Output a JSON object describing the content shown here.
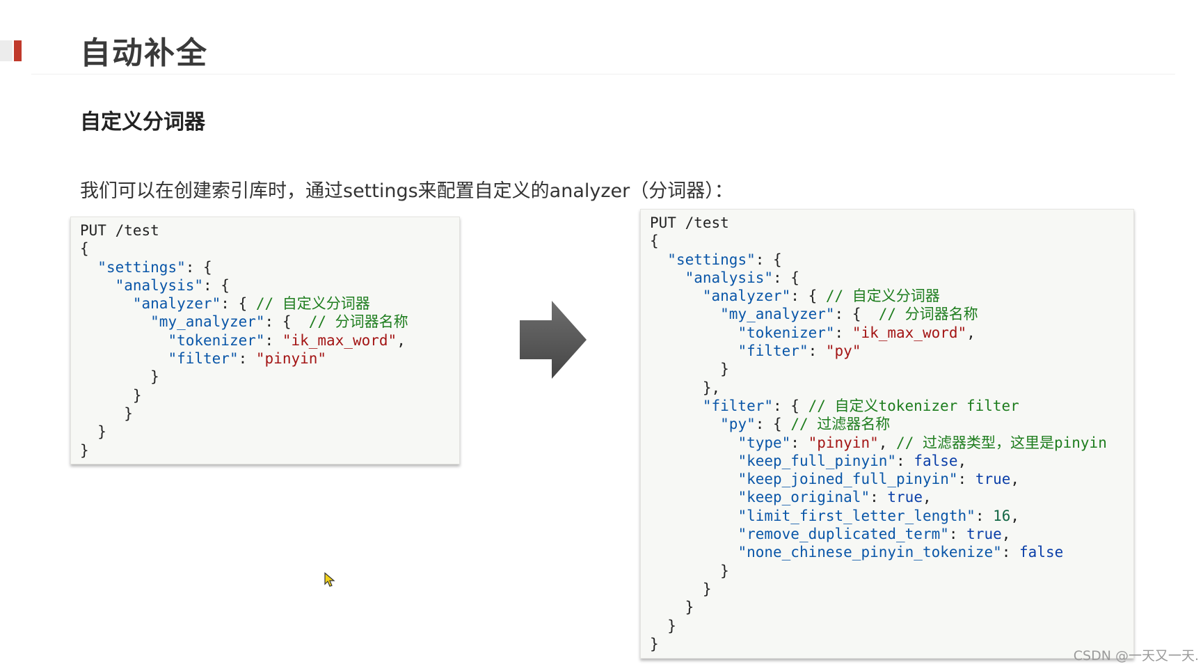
{
  "slide": {
    "title": "自动补全",
    "subtitle": "自定义分词器",
    "intro": "我们可以在创建索引库时，通过settings来配置自定义的analyzer（分词器）："
  },
  "left_code": {
    "lines": [
      [
        {
          "t": "PUT /test",
          "c": "p"
        }
      ],
      [
        {
          "t": "{",
          "c": "p"
        }
      ],
      [
        {
          "t": "  ",
          "c": "p"
        },
        {
          "t": "\"settings\"",
          "c": "k"
        },
        {
          "t": ": {",
          "c": "p"
        }
      ],
      [
        {
          "t": "    ",
          "c": "p"
        },
        {
          "t": "\"analysis\"",
          "c": "k"
        },
        {
          "t": ": {",
          "c": "p"
        }
      ],
      [
        {
          "t": "      ",
          "c": "p"
        },
        {
          "t": "\"analyzer\"",
          "c": "k"
        },
        {
          "t": ": { ",
          "c": "p"
        },
        {
          "t": "// 自定义分词器",
          "c": "c"
        }
      ],
      [
        {
          "t": "        ",
          "c": "p"
        },
        {
          "t": "\"my_analyzer\"",
          "c": "k"
        },
        {
          "t": ": {  ",
          "c": "p"
        },
        {
          "t": "// 分词器名称",
          "c": "c"
        }
      ],
      [
        {
          "t": "          ",
          "c": "p"
        },
        {
          "t": "\"tokenizer\"",
          "c": "k"
        },
        {
          "t": ": ",
          "c": "p"
        },
        {
          "t": "\"ik_max_word\"",
          "c": "s"
        },
        {
          "t": ",",
          "c": "p"
        }
      ],
      [
        {
          "t": "          ",
          "c": "p"
        },
        {
          "t": "\"filter\"",
          "c": "k"
        },
        {
          "t": ": ",
          "c": "p"
        },
        {
          "t": "\"pinyin\"",
          "c": "s"
        }
      ],
      [
        {
          "t": "        }",
          "c": "p"
        }
      ],
      [
        {
          "t": "      }",
          "c": "p"
        }
      ],
      [
        {
          "t": "     }",
          "c": "p"
        }
      ],
      [
        {
          "t": "  }",
          "c": "p"
        }
      ],
      [
        {
          "t": "}",
          "c": "p"
        }
      ]
    ]
  },
  "right_code": {
    "lines": [
      [
        {
          "t": "PUT /test",
          "c": "p"
        }
      ],
      [
        {
          "t": "{",
          "c": "p"
        }
      ],
      [
        {
          "t": "  ",
          "c": "p"
        },
        {
          "t": "\"settings\"",
          "c": "k"
        },
        {
          "t": ": {",
          "c": "p"
        }
      ],
      [
        {
          "t": "    ",
          "c": "p"
        },
        {
          "t": "\"analysis\"",
          "c": "k"
        },
        {
          "t": ": {",
          "c": "p"
        }
      ],
      [
        {
          "t": "      ",
          "c": "p"
        },
        {
          "t": "\"analyzer\"",
          "c": "k"
        },
        {
          "t": ": { ",
          "c": "p"
        },
        {
          "t": "// 自定义分词器",
          "c": "c"
        }
      ],
      [
        {
          "t": "        ",
          "c": "p"
        },
        {
          "t": "\"my_analyzer\"",
          "c": "k"
        },
        {
          "t": ": {  ",
          "c": "p"
        },
        {
          "t": "// 分词器名称",
          "c": "c"
        }
      ],
      [
        {
          "t": "          ",
          "c": "p"
        },
        {
          "t": "\"tokenizer\"",
          "c": "k"
        },
        {
          "t": ": ",
          "c": "p"
        },
        {
          "t": "\"ik_max_word\"",
          "c": "s"
        },
        {
          "t": ",",
          "c": "p"
        }
      ],
      [
        {
          "t": "          ",
          "c": "p"
        },
        {
          "t": "\"filter\"",
          "c": "k"
        },
        {
          "t": ": ",
          "c": "p"
        },
        {
          "t": "\"py\"",
          "c": "s"
        }
      ],
      [
        {
          "t": "        }",
          "c": "p"
        }
      ],
      [
        {
          "t": "      },",
          "c": "p"
        }
      ],
      [
        {
          "t": "      ",
          "c": "p"
        },
        {
          "t": "\"filter\"",
          "c": "k"
        },
        {
          "t": ": { ",
          "c": "p"
        },
        {
          "t": "// 自定义tokenizer filter",
          "c": "c"
        }
      ],
      [
        {
          "t": "        ",
          "c": "p"
        },
        {
          "t": "\"py\"",
          "c": "k"
        },
        {
          "t": ": { ",
          "c": "p"
        },
        {
          "t": "// 过滤器名称",
          "c": "c"
        }
      ],
      [
        {
          "t": "          ",
          "c": "p"
        },
        {
          "t": "\"type\"",
          "c": "k"
        },
        {
          "t": ": ",
          "c": "p"
        },
        {
          "t": "\"pinyin\"",
          "c": "s"
        },
        {
          "t": ", ",
          "c": "p"
        },
        {
          "t": "// 过滤器类型，这里是pinyin",
          "c": "c"
        }
      ],
      [
        {
          "t": "          ",
          "c": "p"
        },
        {
          "t": "\"keep_full_pinyin\"",
          "c": "k"
        },
        {
          "t": ": ",
          "c": "p"
        },
        {
          "t": "false",
          "c": "kw"
        },
        {
          "t": ",",
          "c": "p"
        }
      ],
      [
        {
          "t": "          ",
          "c": "p"
        },
        {
          "t": "\"keep_joined_full_pinyin\"",
          "c": "k"
        },
        {
          "t": ": ",
          "c": "p"
        },
        {
          "t": "true",
          "c": "kw"
        },
        {
          "t": ",",
          "c": "p"
        }
      ],
      [
        {
          "t": "          ",
          "c": "p"
        },
        {
          "t": "\"keep_original\"",
          "c": "k"
        },
        {
          "t": ": ",
          "c": "p"
        },
        {
          "t": "true",
          "c": "kw"
        },
        {
          "t": ",",
          "c": "p"
        }
      ],
      [
        {
          "t": "          ",
          "c": "p"
        },
        {
          "t": "\"limit_first_letter_length\"",
          "c": "k"
        },
        {
          "t": ": ",
          "c": "p"
        },
        {
          "t": "16",
          "c": "n"
        },
        {
          "t": ",",
          "c": "p"
        }
      ],
      [
        {
          "t": "          ",
          "c": "p"
        },
        {
          "t": "\"remove_duplicated_term\"",
          "c": "k"
        },
        {
          "t": ": ",
          "c": "p"
        },
        {
          "t": "true",
          "c": "kw"
        },
        {
          "t": ",",
          "c": "p"
        }
      ],
      [
        {
          "t": "          ",
          "c": "p"
        },
        {
          "t": "\"none_chinese_pinyin_tokenize\"",
          "c": "k"
        },
        {
          "t": ": ",
          "c": "p"
        },
        {
          "t": "false",
          "c": "kw"
        }
      ],
      [
        {
          "t": "        }",
          "c": "p"
        }
      ],
      [
        {
          "t": "      }",
          "c": "p"
        }
      ],
      [
        {
          "t": "    }",
          "c": "p"
        }
      ],
      [
        {
          "t": "  }",
          "c": "p"
        }
      ],
      [
        {
          "t": "}",
          "c": "p"
        }
      ]
    ]
  },
  "watermark": "CSDN @一天又一天.",
  "colors": {
    "accent_red": "#c0392b",
    "arrow_fill": "#5a5a5a",
    "code_bg": "#f7f8f5"
  },
  "icons": {
    "arrow": "right-arrow-icon",
    "cursor": "mouse-pointer-icon"
  }
}
